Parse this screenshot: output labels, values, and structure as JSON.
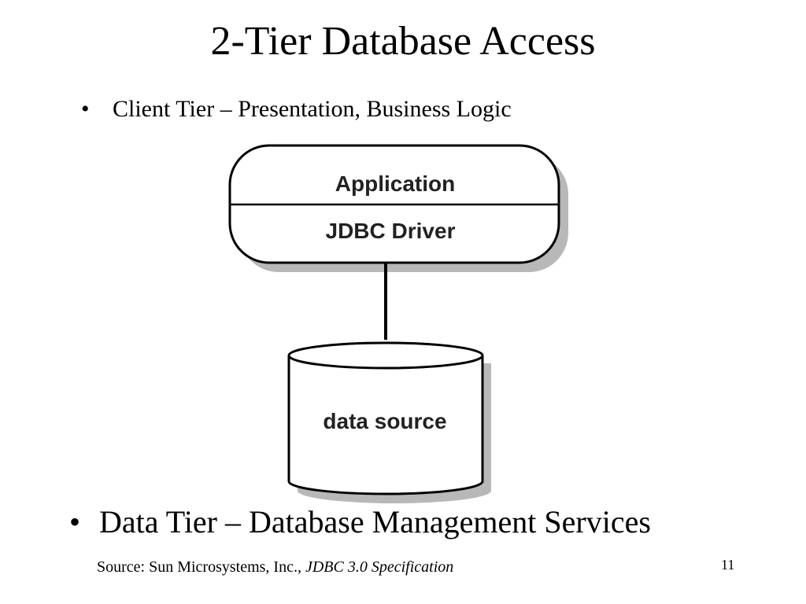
{
  "slide": {
    "title": "2-Tier Database Access",
    "bullet_client": "Client Tier – Presentation, Business Logic",
    "bullet_data": "Data Tier – Database Management Services",
    "bullet_symbol": "•",
    "source_prefix": "Source: Sun Microsystems, Inc., ",
    "source_title": "JDBC 3.0 Specification",
    "page_number": "11"
  },
  "diagram": {
    "application_label": "Application",
    "driver_label": "JDBC Driver",
    "datasource_label": "data source"
  }
}
